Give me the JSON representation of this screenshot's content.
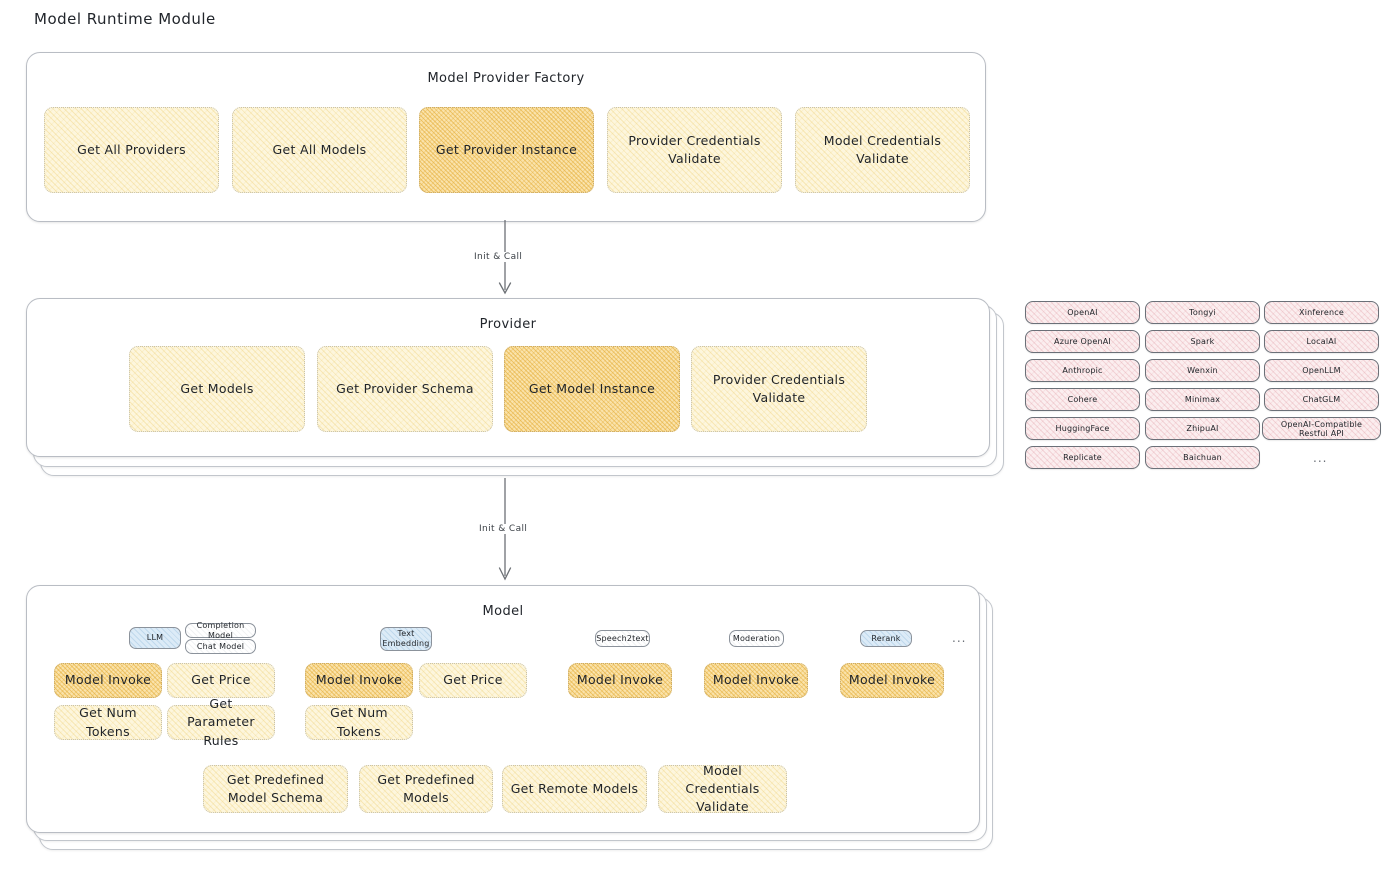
{
  "page": {
    "title": "Model Runtime Module"
  },
  "factory": {
    "title": "Model Provider Factory",
    "nodes": [
      {
        "label": "Get All Providers",
        "highlight": false
      },
      {
        "label": "Get All Models",
        "highlight": false
      },
      {
        "label": "Get Provider Instance",
        "highlight": true
      },
      {
        "label": "Provider Credentials Validate",
        "highlight": false
      },
      {
        "label": "Model Credentials Validate",
        "highlight": false
      }
    ]
  },
  "arrows": [
    {
      "label": "Init & Call"
    },
    {
      "label": "Init & Call"
    }
  ],
  "provider": {
    "title": "Provider",
    "nodes": [
      {
        "label": "Get Models",
        "highlight": false
      },
      {
        "label": "Get Provider Schema",
        "highlight": false
      },
      {
        "label": "Get Model Instance",
        "highlight": true
      },
      {
        "label": "Provider Credentials Validate",
        "highlight": false
      }
    ]
  },
  "provider_list": {
    "columns": [
      [
        "OpenAI",
        "Azure OpenAI",
        "Anthropic",
        "Cohere",
        "HuggingFace",
        "Replicate"
      ],
      [
        "Tongyi",
        "Spark",
        "Wenxin",
        "Minimax",
        "ZhipuAI",
        "Baichuan"
      ],
      [
        "Xinference",
        "LocalAI",
        "OpenLLM",
        "ChatGLM",
        "OpenAI-Compatible Restful API"
      ]
    ],
    "more": "..."
  },
  "model": {
    "title": "Model",
    "more": "...",
    "groups": [
      {
        "badge": "LLM",
        "sub_badges": [
          "Completion Model",
          "Chat Model"
        ],
        "nodes": [
          {
            "label": "Model Invoke",
            "highlight": true
          },
          {
            "label": "Get Price",
            "highlight": false
          },
          {
            "label": "Get Num Tokens",
            "highlight": false
          },
          {
            "label": "Get Parameter Rules",
            "highlight": false
          }
        ]
      },
      {
        "badge": "Text Embedding",
        "sub_badges": [],
        "nodes": [
          {
            "label": "Model Invoke",
            "highlight": true
          },
          {
            "label": "Get Price",
            "highlight": false
          },
          {
            "label": "Get Num Tokens",
            "highlight": false
          }
        ]
      },
      {
        "badge": "Speech2text",
        "sub_badges": [],
        "nodes": [
          {
            "label": "Model Invoke",
            "highlight": true
          }
        ]
      },
      {
        "badge": "Moderation",
        "sub_badges": [],
        "nodes": [
          {
            "label": "Model Invoke",
            "highlight": true
          }
        ]
      },
      {
        "badge": "Rerank",
        "sub_badges": [],
        "nodes": [
          {
            "label": "Model Invoke",
            "highlight": true
          }
        ]
      }
    ],
    "shared_nodes": [
      {
        "label": "Get Predefined Model Schema"
      },
      {
        "label": "Get Predefined Models"
      },
      {
        "label": "Get Remote Models"
      },
      {
        "label": "Model Credentials Validate"
      }
    ]
  },
  "colors": {
    "node_fill": "#fdf6dd",
    "node_highlight_fill": "#fae3ab",
    "badge_fill": "#dcebf7",
    "chip_fill": "#fbeeef",
    "panel_border": "#b9bdc4"
  }
}
